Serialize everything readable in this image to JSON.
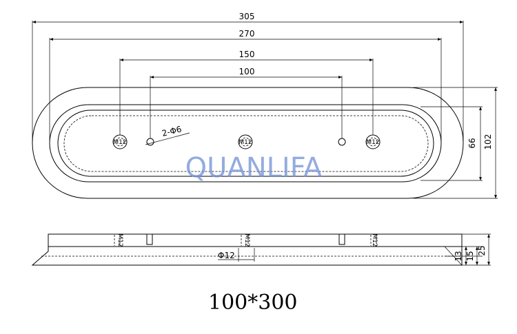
{
  "top_view": {
    "dimensions": {
      "overall_length": "305",
      "inner_length": "270",
      "mount_spacing_outer": "150",
      "mount_spacing_inner": "100",
      "inner_width": "66",
      "overall_width": "102"
    },
    "hole_callout": "2-Φ6",
    "thread_label": "M12"
  },
  "side_view": {
    "thread_label": "M12",
    "diameter_label": "Φ12",
    "height_dims": [
      "13",
      "15",
      "25"
    ]
  },
  "watermark": "QUANLIFA",
  "caption": "100*300"
}
